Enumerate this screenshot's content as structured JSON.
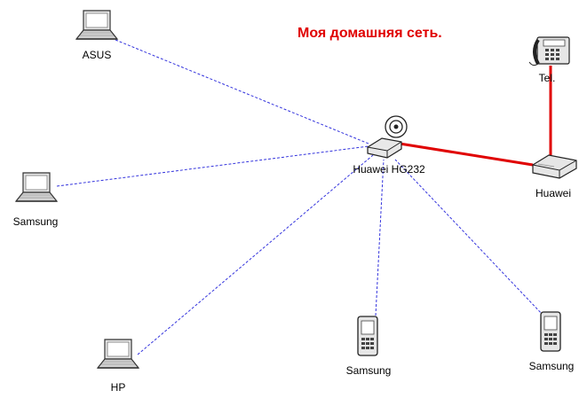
{
  "title": {
    "text": "Моя домашняя сеть.",
    "color": "#e00000"
  },
  "colors": {
    "wireless_link": "#3333dd",
    "wired_link": "#e00000"
  },
  "nodes": {
    "asus": {
      "label": "ASUS",
      "icon": "laptop-icon"
    },
    "samsung_pc": {
      "label": "Samsung",
      "icon": "laptop-icon"
    },
    "hp": {
      "label": "HP",
      "icon": "laptop-icon"
    },
    "router": {
      "label": "Huawei HG232",
      "icon": "wifi-router-icon"
    },
    "modem": {
      "label": "Huawei",
      "icon": "modem-icon"
    },
    "phone": {
      "label": "Tel.",
      "icon": "desk-phone-icon"
    },
    "mobile1": {
      "label": "Samsung",
      "icon": "mobile-phone-icon"
    },
    "mobile2": {
      "label": "Samsung",
      "icon": "mobile-phone-icon"
    }
  }
}
